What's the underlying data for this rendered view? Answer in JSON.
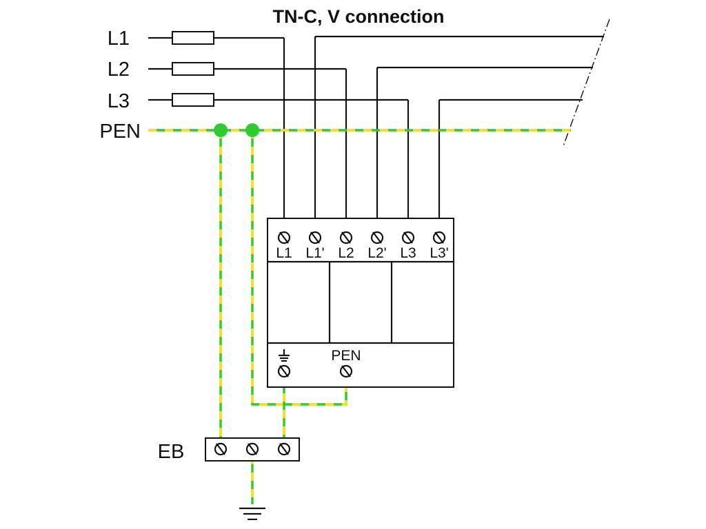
{
  "title": "TN-C, V connection",
  "lines": {
    "l1": "L1",
    "l2": "L2",
    "l3": "L3",
    "pen": "PEN"
  },
  "device": {
    "terminals": [
      "L1",
      "L1'",
      "L2",
      "L2'",
      "L3",
      "L3'"
    ],
    "bottom_pen": "PEN",
    "earth_symbol": "earth-icon"
  },
  "eb": {
    "label": "EB"
  },
  "colors": {
    "conductor": "#111111",
    "pe_green": "#2ecc2e",
    "pe_yellow": "#ffe11a"
  }
}
